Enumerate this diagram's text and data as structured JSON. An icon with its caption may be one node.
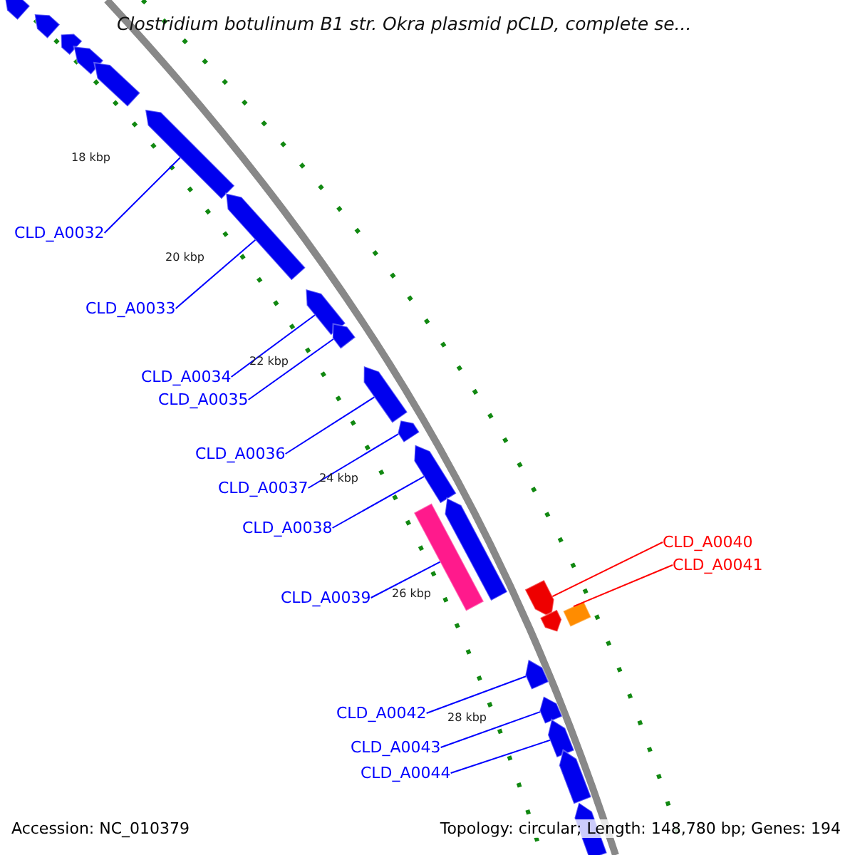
{
  "diagram": {
    "title": "Clostridium botulinum B1 str. Okra plasmid pCLD, complete se...",
    "nodes": [
      {
        "text": [
          "CLD_A0032"
        ]
      },
      {
        "text": [
          "CLD_A0033"
        ]
      },
      {
        "text": [
          "CLD_A0034"
        ]
      },
      {
        "text": [
          "CLD_A0035"
        ]
      },
      {
        "text": [
          "CLD_A0036"
        ]
      },
      {
        "text": [
          "CLD_A0037"
        ]
      },
      {
        "text": [
          "CLD_A0038"
        ]
      },
      {
        "text": [
          "CLD_A0039"
        ]
      },
      {
        "text": [
          "CLD_A0040"
        ]
      },
      {
        "text": [
          "CLD_A0041"
        ]
      },
      {
        "text": [
          "CLD_A0042"
        ]
      },
      {
        "text": [
          "CLD_A0043"
        ]
      },
      {
        "text": [
          "CLD_A0044"
        ]
      },
      {
        "text": [],
        "shape": "pentagon"
      },
      {
        "text": [],
        "shape": "pentagon"
      },
      {
        "text": [],
        "shape": "pentagon"
      },
      {
        "text": [],
        "shape": "pentagon"
      },
      {
        "text": [],
        "shape": "pentagon"
      },
      {
        "text": [],
        "shape": "pentagon"
      },
      {
        "text": [],
        "shape": "pentagon"
      },
      {
        "text": [],
        "shape": "pentagon"
      },
      {
        "text": [],
        "shape": "pentagon"
      },
      {
        "text": [],
        "shape": "pentagon"
      },
      {
        "text": [],
        "shape": "pentagon"
      },
      {
        "text": [],
        "shape": "pentagon"
      },
      {
        "text": [],
        "shape": "pentagon"
      },
      {
        "text": [],
        "shape": "bar"
      },
      {
        "text": [],
        "shape": "pentagon"
      },
      {
        "text": [],
        "shape": "box"
      },
      {
        "text": [],
        "shape": "pentagon"
      },
      {
        "text": [],
        "shape": "pentagon"
      },
      {
        "text": [],
        "shape": "pentagon"
      },
      {
        "text": [],
        "shape": "pentagon"
      },
      {
        "text": [],
        "shape": "pentagon"
      },
      {
        "text": [],
        "shape": "pentagon"
      }
    ],
    "edges": [
      {
        "from": 0,
        "to": 18,
        "arrow": "none"
      },
      {
        "from": 1,
        "to": 19,
        "arrow": "none"
      },
      {
        "from": 2,
        "to": 20,
        "arrow": "none"
      },
      {
        "from": 3,
        "to": 21,
        "arrow": "none"
      },
      {
        "from": 4,
        "to": 22,
        "arrow": "none"
      },
      {
        "from": 5,
        "to": 23,
        "arrow": "none"
      },
      {
        "from": 6,
        "to": 24,
        "arrow": "none"
      },
      {
        "from": 7,
        "to": 26,
        "arrow": "none"
      },
      {
        "from": 8,
        "to": 27,
        "arrow": "none",
        "color": "#ff0000"
      },
      {
        "from": 9,
        "to": 28,
        "arrow": "none",
        "color": "#ff0000"
      },
      {
        "from": 10,
        "to": 30,
        "arrow": "none"
      },
      {
        "from": 11,
        "to": 31,
        "arrow": "none"
      },
      {
        "from": 12,
        "to": 32,
        "arrow": "none"
      }
    ],
    "labels": [
      "18 kbp",
      "20 kbp",
      "22 kbp",
      "24 kbp",
      "26 kbp",
      "28 kbp",
      "Accession: NC_010379",
      "Topology: circular; Length: 148,780 bp; Genes: 194"
    ]
  }
}
